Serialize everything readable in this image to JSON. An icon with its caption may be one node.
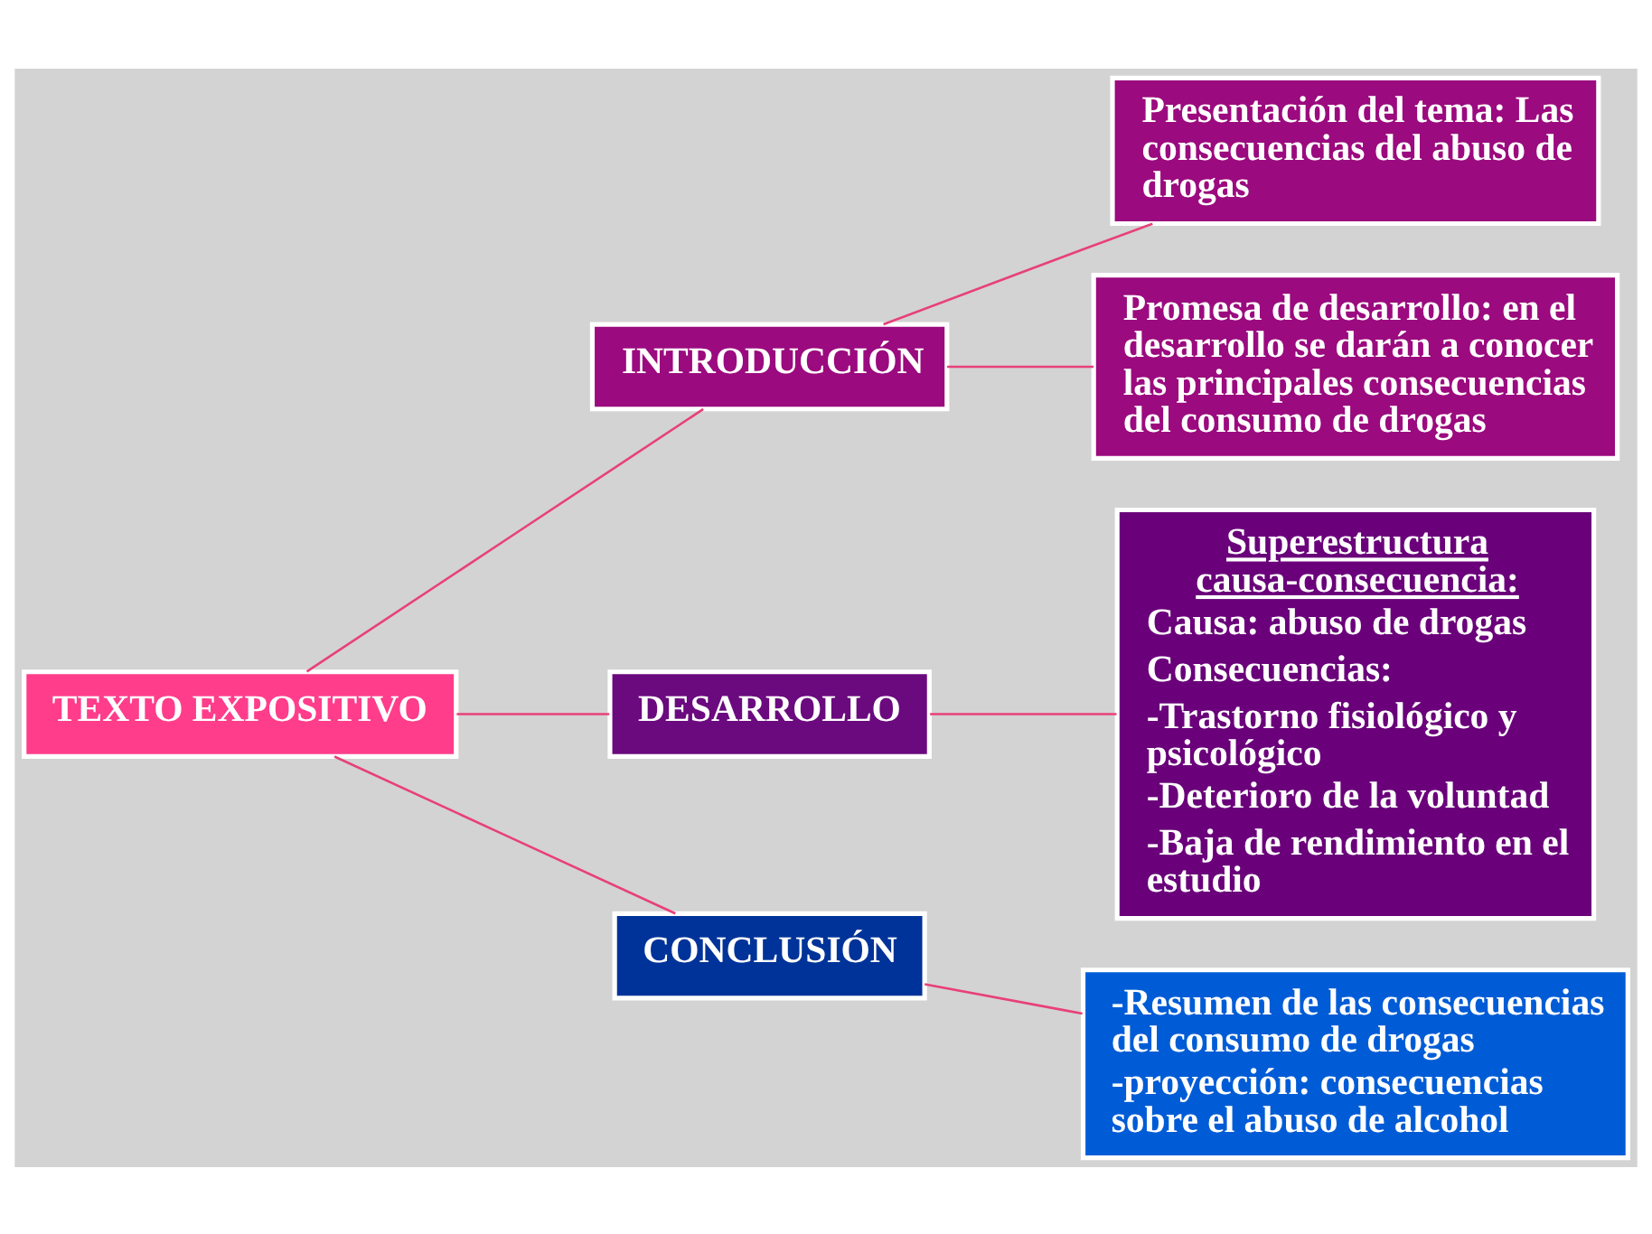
{
  "diagram": {
    "nodes": [
      {
        "text": [
          "TEXTO EXPOSITIVO"
        ]
      },
      {
        "text": [
          "INTRODUCCIÓN"
        ]
      },
      {
        "text": [
          "Presentación del tema: Las consecuencias del abuso de drogas"
        ]
      },
      {
        "text": [
          "Promesa de desarrollo: en el desarrollo se darán a conocer las principales consecuencias del consumo de drogas"
        ]
      },
      {
        "text": [
          "DESARROLLO"
        ]
      },
      {
        "text": [
          "Superestructura causa-consecuencia:",
          "Causa: abuso de drogas",
          "Consecuencias:",
          "-Trastorno fisiológico y psicológico",
          "-Deterioro de la voluntad",
          "-Baja de rendimiento en el estudio"
        ]
      },
      {
        "text": [
          "CONCLUSIÓN"
        ]
      },
      {
        "text": [
          "-Resumen de las consecuencias del consumo de drogas",
          "-proyección: consecuencias sobre el abuso de alcohol"
        ]
      }
    ],
    "edges": [
      {
        "from": 0,
        "to": 1,
        "arrow": "none"
      },
      {
        "from": 0,
        "to": 4,
        "arrow": "none"
      },
      {
        "from": 0,
        "to": 6,
        "arrow": "none"
      },
      {
        "from": 1,
        "to": 2,
        "arrow": "none"
      },
      {
        "from": 1,
        "to": 3,
        "arrow": "none"
      },
      {
        "from": 4,
        "to": 5,
        "arrow": "none"
      },
      {
        "from": 6,
        "to": 7,
        "arrow": "none"
      }
    ]
  }
}
